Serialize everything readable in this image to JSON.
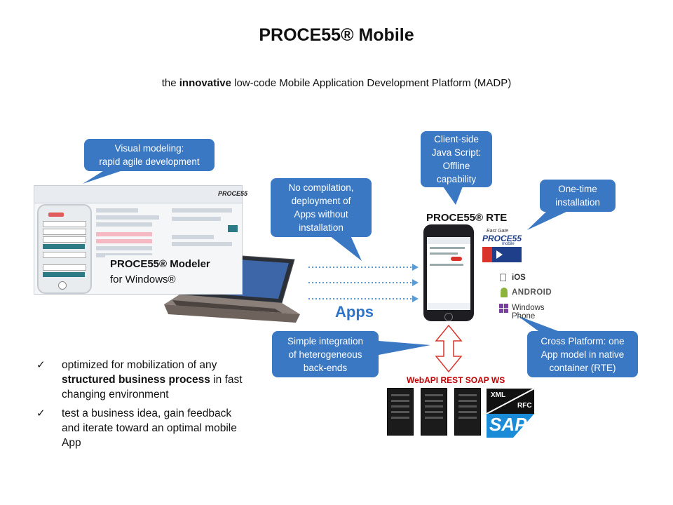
{
  "title": "PROCE55® Mobile",
  "subtitle": {
    "prefix": "the ",
    "emphasis": "innovative",
    "suffix": " low-code Mobile Application Development Platform (MADP)"
  },
  "callouts": {
    "visual_modeling": "Visual modeling:\nrapid agile development",
    "no_compilation": "No compilation,\ndeployment of\nApps without\ninstallation",
    "client_side": "Client-side\nJava Script:\nOffline\ncapability",
    "one_time": "One-time\ninstallation",
    "simple_integration": "Simple integration\nof heterogeneous\nback-ends",
    "cross_platform": "Cross Platform: one\nApp model in native\ncontainer (RTE)"
  },
  "labels": {
    "modeler_line1": "PROCE55® Modeler",
    "modeler_line2": "for Windows®",
    "rte": "PROCE55® RTE",
    "apps": "Apps",
    "backend": "WebAPI REST SOAP  WS",
    "xml": "XML",
    "rfc": "RFC",
    "sap": "SAP",
    "east_gate": "East Gate",
    "logo_word": "PROCE55",
    "logo_sub": "mobile"
  },
  "platforms": [
    {
      "name": "iOS",
      "icon": "apple-icon"
    },
    {
      "name": "ANDROID",
      "icon": "android-icon"
    },
    {
      "name": "Windows Phone",
      "icon": "windows-icon"
    }
  ],
  "bullets": [
    {
      "pre": "optimized for mobilization of any ",
      "bold": "structured business process",
      "post": " in fast changing environment"
    },
    {
      "pre": "test a business idea, gain feedback and iterate toward an optimal mobile App",
      "bold": "",
      "post": ""
    }
  ],
  "colors": {
    "callout": "#3a78c4",
    "apps_text": "#2e75c8",
    "backend_text": "#c00000",
    "arrow_red": "#d9342b",
    "dotted_arrow": "#5b9bd5"
  }
}
